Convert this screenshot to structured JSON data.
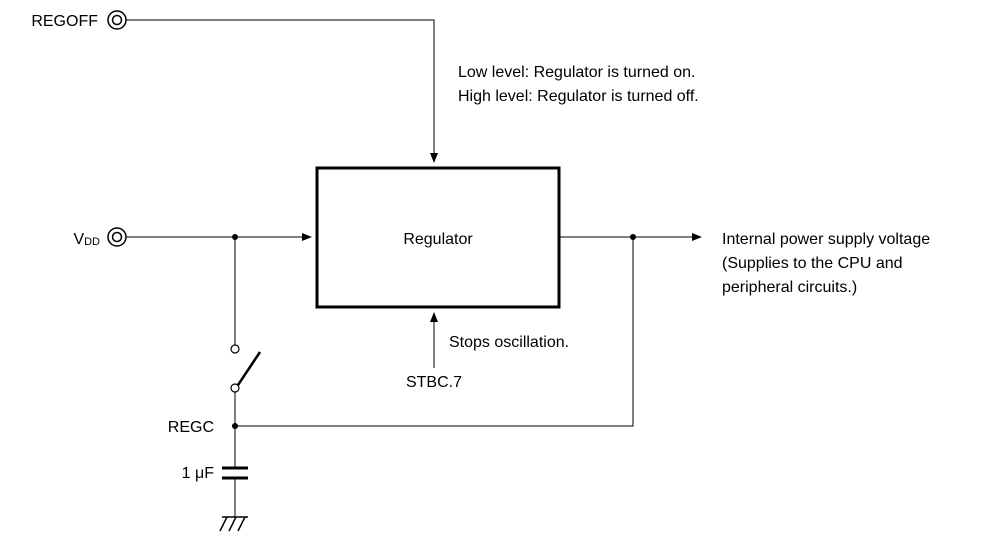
{
  "pins": {
    "regoff": "REGOFF",
    "vdd_main": "V",
    "vdd_sub": "DD",
    "regc": "REGC"
  },
  "notes": {
    "low_level": "Low level:  Regulator is turned on.",
    "high_level": "High level:  Regulator is turned off."
  },
  "regulator": {
    "label": "Regulator"
  },
  "output": {
    "line1": "Internal power supply voltage",
    "line2": "(Supplies to the CPU and",
    "line3": "peripheral circuits.)"
  },
  "stop": {
    "note": "Stops oscillation.",
    "source": "STBC.7"
  },
  "capacitor": {
    "value": "1 μF"
  }
}
